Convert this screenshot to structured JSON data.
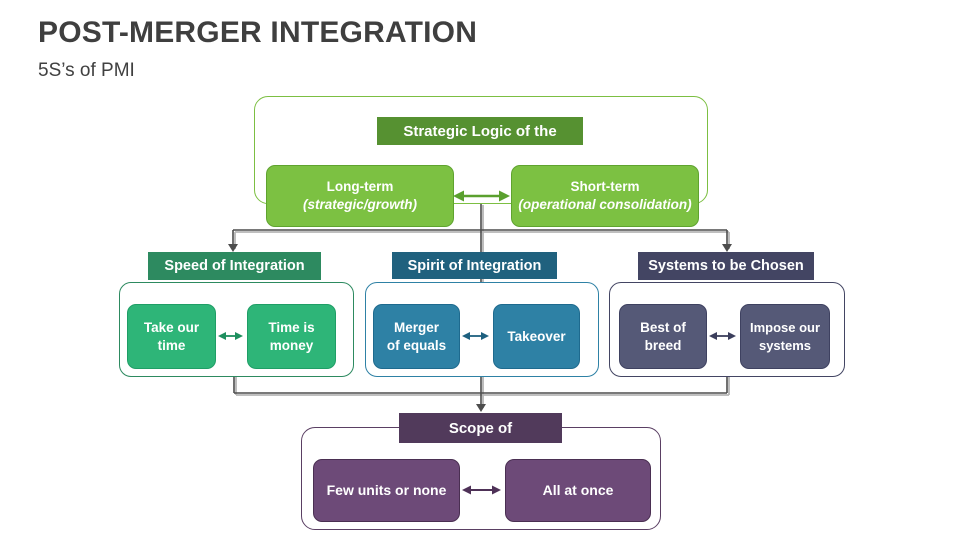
{
  "slide": {
    "title": "POST-MERGER INTEGRATION",
    "subtitle": "5S’s of PMI"
  },
  "colors": {
    "title_text": "#3F3F3F",
    "strategic_header_bg": "#569131",
    "strategic_box_bg": "#7CC142",
    "strategic_outline": "#7CBF42",
    "speed_header_bg": "#2D8A60",
    "speed_box_bg": "#2EB578",
    "spirit_header_bg": "#20617E",
    "spirit_box_bg": "#2E81A5",
    "systems_header_bg": "#434563",
    "systems_box_bg": "#555977",
    "scope_header_bg": "#513A5B",
    "scope_box_bg": "#6D4A78",
    "connector_line": "#4D4D4D"
  },
  "diagram": {
    "strategic": {
      "header": "Strategic Logic of the",
      "left_line1": "Long-term",
      "left_line2": "(strategic/growth)",
      "right_line1": "Short-term",
      "right_line2": "(operational consolidation)"
    },
    "speed": {
      "header": "Speed of Integration",
      "left_line1": "Take our",
      "left_line2": "time",
      "right_line1": "Time is",
      "right_line2": "money"
    },
    "spirit": {
      "header": "Spirit of Integration",
      "left_line1": "Merger",
      "left_line2": "of equals",
      "right_line1": "Takeover",
      "right_line2": ""
    },
    "systems": {
      "header": "Systems to be Chosen",
      "left_line1": "Best of",
      "left_line2": "breed",
      "right_line1": "Impose our",
      "right_line2": "systems"
    },
    "scope": {
      "header": "Scope of",
      "left_line1": "Few units or none",
      "left_line2": "",
      "right_line1": "All at once",
      "right_line2": ""
    }
  }
}
